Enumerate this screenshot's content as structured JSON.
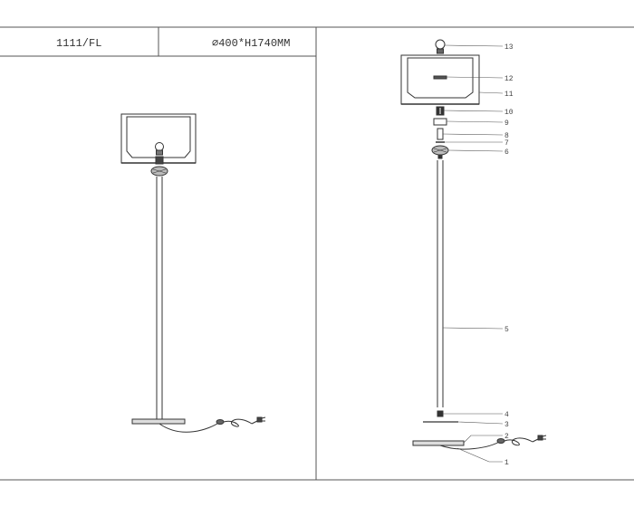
{
  "title_block": {
    "model": "1111/FL",
    "dimensions": "⌀400*H1740MM"
  },
  "parts": [
    {
      "number": "13"
    },
    {
      "number": "12"
    },
    {
      "number": "11"
    },
    {
      "number": "10"
    },
    {
      "number": "9"
    },
    {
      "number": "8"
    },
    {
      "number": "7"
    },
    {
      "number": "6"
    },
    {
      "number": "5"
    },
    {
      "number": "4"
    },
    {
      "number": "3"
    },
    {
      "number": "2"
    },
    {
      "number": "1"
    }
  ]
}
